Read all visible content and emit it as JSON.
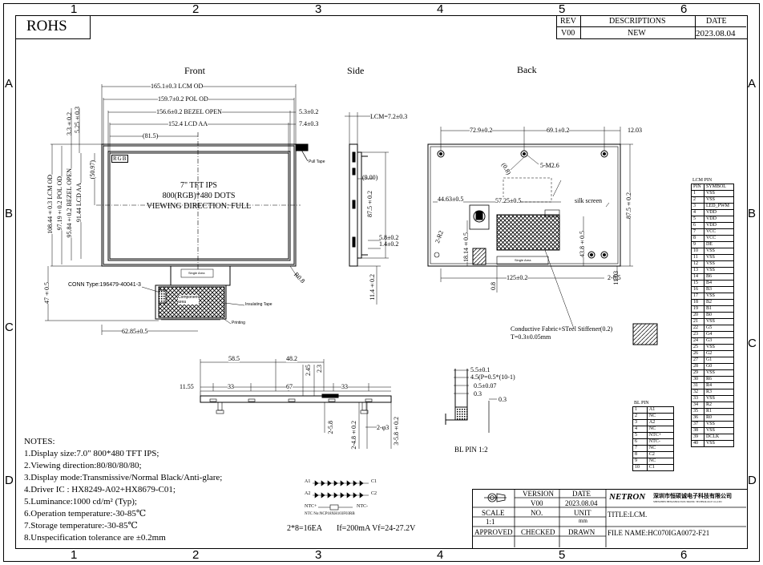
{
  "border": {
    "columns": [
      "1",
      "2",
      "3",
      "4",
      "5",
      "6"
    ],
    "rows": [
      "A",
      "B",
      "C",
      "D"
    ]
  },
  "rohs": "ROHS",
  "revision": {
    "headers": [
      "REV",
      "DESCRIPTIONS",
      "DATE"
    ],
    "row": [
      "V00",
      "NEW",
      "2023.08.04"
    ]
  },
  "views": {
    "front": "Front",
    "side": "Side",
    "back": "Back"
  },
  "front": {
    "display_line1": "7\" TFT IPS",
    "display_line2": "800(RGB)*480 DOTS",
    "display_line3": "VIEWING DIRECTION: FULL",
    "rgb": "RGB",
    "dims": {
      "lcm_od": "165.1±0.3 LCM OD",
      "pol_od": "159.7±0.2 POL OD",
      "bezel_open": "156.6±0.2 BEZEL OPEN",
      "lcd_aa": "152.4 LCD AA",
      "r1": "5.3±0.2",
      "r2": "7.4±0.3",
      "c815": "(81.5)",
      "v_lcm": "108.44±0.3 LCM OD",
      "v_pol": "97.19±0.2 POL OD",
      "v_bezel": "95.84±0.2 BEZEL OPEN",
      "v_aa": "91.44 LCD AA",
      "v_5097": "(50.97)",
      "v_33": "3.3±0.2",
      "v_525": "5.25±0.3",
      "v_47": "47±0.5",
      "h_6285": "62.85±0.5",
      "r_08": "R0.8",
      "pull_tape": "Pull Tape",
      "conn_type": "CONN Type:196479-40041-3",
      "component_area": "Component area",
      "insulating_tape": "Insulating Tape",
      "printing": "Printing",
      "single_area": "Single Area"
    }
  },
  "side": {
    "lcm": "LCM=7.2±0.3",
    "c900": "(9.00)",
    "v875": "87.5±0.2",
    "v58": "5.8±0.2",
    "v14": "1.4±0.2",
    "v114": "11.4±0.2"
  },
  "back": {
    "h729": "72.9±0.2",
    "h691": "69.1±0.2",
    "h1203": "12.03",
    "m26": "5-M2.6",
    "d08": "(0.8)",
    "h4463": "44.63±0.5",
    "h5725": "57.25±0.5",
    "silk": "silk screen",
    "v875": "87.5±0.2",
    "v1814": "18.14±0.5",
    "v4380": "43.8±0.5",
    "h125": "125±0.2",
    "h28": "2-8.5",
    "v1103": "11.03",
    "v08": "0.8",
    "r2": "2-R2",
    "single_area": "Single Area",
    "stiffener_label": "Conductive Fabric+STeel Stiffener(0.2)",
    "stiffener_t": "T=0.3±0.05mm"
  },
  "fpc": {
    "d585": "58.5",
    "d482": "48.2",
    "d1155": "11.55",
    "d33a": "33",
    "d67": "67",
    "d33b": "33",
    "d245": "2.45",
    "d23": "2.3",
    "d58": "2-5.8",
    "d48": "2-4.8±0.2",
    "d3": "2-φ3",
    "d358": "3-5.8±0.2"
  },
  "pinzoom": {
    "p1": "5.5±0.1",
    "p2": "4.5(P=0.5*(10-1)",
    "p3": "0.5±0.07",
    "p4": "0.3",
    "p5": "0.3",
    "caption": "BL PIN 1:2"
  },
  "led": {
    "a1": "A1",
    "c1": "C1",
    "a2": "A2",
    "c2": "C2",
    "ntc_p": "NTC+",
    "ntc_m": "NTC-",
    "ntc_no": "NTC No:NCP18XH103F03RB",
    "spec1": "2*8=16EA",
    "spec2": "If=200mA Vf=24-27.2V"
  },
  "notes": {
    "title": "NOTES:",
    "items": [
      "1.Display size:7.0\" 800*480 TFT IPS;",
      "2.Viewing direction:80/80/80/80;",
      "3.Display mode:Transmissive/Normal Black/Anti-glare;",
      "4.Driver IC : HX8249-A02+HX8679-C01;",
      "5.Luminance:1000 cd/m² (Typ);",
      "6.Operation temperature:-30-85℃",
      "7.Storage temperature:-30-85℃",
      "8.Unspecification tolerance are ±0.2mm"
    ]
  },
  "lcm_pin": {
    "title": "LCM PIN",
    "headers": [
      "PIN",
      "SYMBOL"
    ],
    "rows": [
      [
        "1",
        "VSS"
      ],
      [
        "2",
        "VSS"
      ],
      [
        "3",
        "LED_PWM"
      ],
      [
        "4",
        "VDD"
      ],
      [
        "5",
        "VDD"
      ],
      [
        "6",
        "VDD"
      ],
      [
        "7",
        "VCC"
      ],
      [
        "8",
        "VCC"
      ],
      [
        "9",
        "DE"
      ],
      [
        "10",
        "VSS"
      ],
      [
        "11",
        "VSS"
      ],
      [
        "12",
        "VSS"
      ],
      [
        "13",
        "VSS"
      ],
      [
        "14",
        "B6"
      ],
      [
        "15",
        "B4"
      ],
      [
        "16",
        "B3"
      ],
      [
        "17",
        "VSS"
      ],
      [
        "18",
        "B2"
      ],
      [
        "19",
        "B1"
      ],
      [
        "20",
        "B0"
      ],
      [
        "21",
        "VSS"
      ],
      [
        "22",
        "G5"
      ],
      [
        "23",
        "G4"
      ],
      [
        "24",
        "G3"
      ],
      [
        "25",
        "VSS"
      ],
      [
        "26",
        "G2"
      ],
      [
        "27",
        "G1"
      ],
      [
        "28",
        "G0"
      ],
      [
        "29",
        "VSS"
      ],
      [
        "30",
        "R6"
      ],
      [
        "31",
        "R4"
      ],
      [
        "32",
        "R3"
      ],
      [
        "33",
        "VSS"
      ],
      [
        "34",
        "R2"
      ],
      [
        "35",
        "R1"
      ],
      [
        "36",
        "R0"
      ],
      [
        "37",
        "VSS"
      ],
      [
        "38",
        "VSS"
      ],
      [
        "39",
        "DCLK"
      ],
      [
        "40",
        "VSS"
      ]
    ]
  },
  "bl_pin": {
    "title": "BL PIN",
    "rows": [
      [
        "1",
        "A1"
      ],
      [
        "2",
        "NC"
      ],
      [
        "3",
        "A2"
      ],
      [
        "4",
        "NC"
      ],
      [
        "5",
        "NTC+"
      ],
      [
        "6",
        "NTC-"
      ],
      [
        "7",
        "NC"
      ],
      [
        "8",
        "C2"
      ],
      [
        "9",
        "NC"
      ],
      [
        "10",
        "C1"
      ]
    ]
  },
  "title_block": {
    "brand": "NETRON",
    "company": "深圳市恒硕诚电子科技有限公司",
    "company_en": "SHENZHEN HENGSHUO ELECTRONIC TECHNOLOGY CO.,LTD",
    "version_label": "VERSION",
    "date_label": "DATE",
    "version": "V00",
    "date": "2023.08.04",
    "scale_label": "SCALE",
    "no_label": "NO.",
    "unit_label": "UNIT",
    "scale": "1:1",
    "unit": "mm",
    "approved": "APPROVED",
    "checked": "CHECKED",
    "drawn": "DRAWN",
    "title": "TITLE:LCM.",
    "file_name": "FILE NAME:HC070IGA0072-F21"
  }
}
